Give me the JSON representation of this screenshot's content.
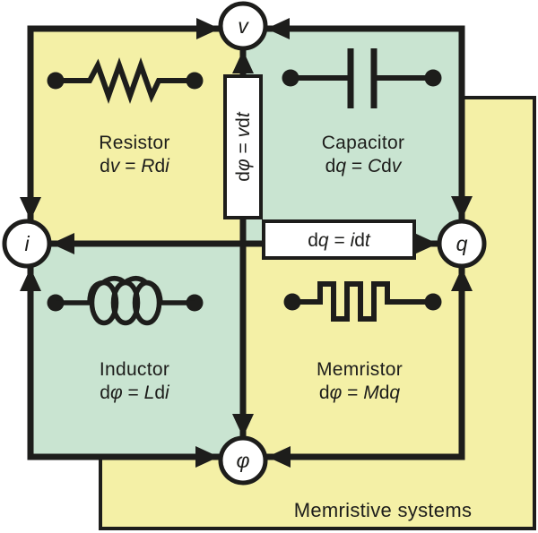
{
  "figure": {
    "nodes": {
      "voltage": "v",
      "current": "i",
      "charge": "q",
      "flux": "φ"
    },
    "quadrants": {
      "resistor": {
        "title": "Resistor",
        "formula": "dv = Rdi"
      },
      "capacitor": {
        "title": "Capacitor",
        "formula": "dq = Cdv"
      },
      "inductor": {
        "title": "Inductor",
        "formula": "dφ = Ldi"
      },
      "memristor": {
        "title": "Memristor",
        "formula": "dφ = Mdq"
      }
    },
    "links": {
      "flux_voltage": "dφ = vdt",
      "charge_current": "dq = idt"
    },
    "footer": {
      "label": "Memristive systems"
    },
    "colors": {
      "yellow": "#f4f0a6",
      "green": "#c9e4d1",
      "ink": "#1d1d1b",
      "node_fill": "#ffffff"
    }
  }
}
